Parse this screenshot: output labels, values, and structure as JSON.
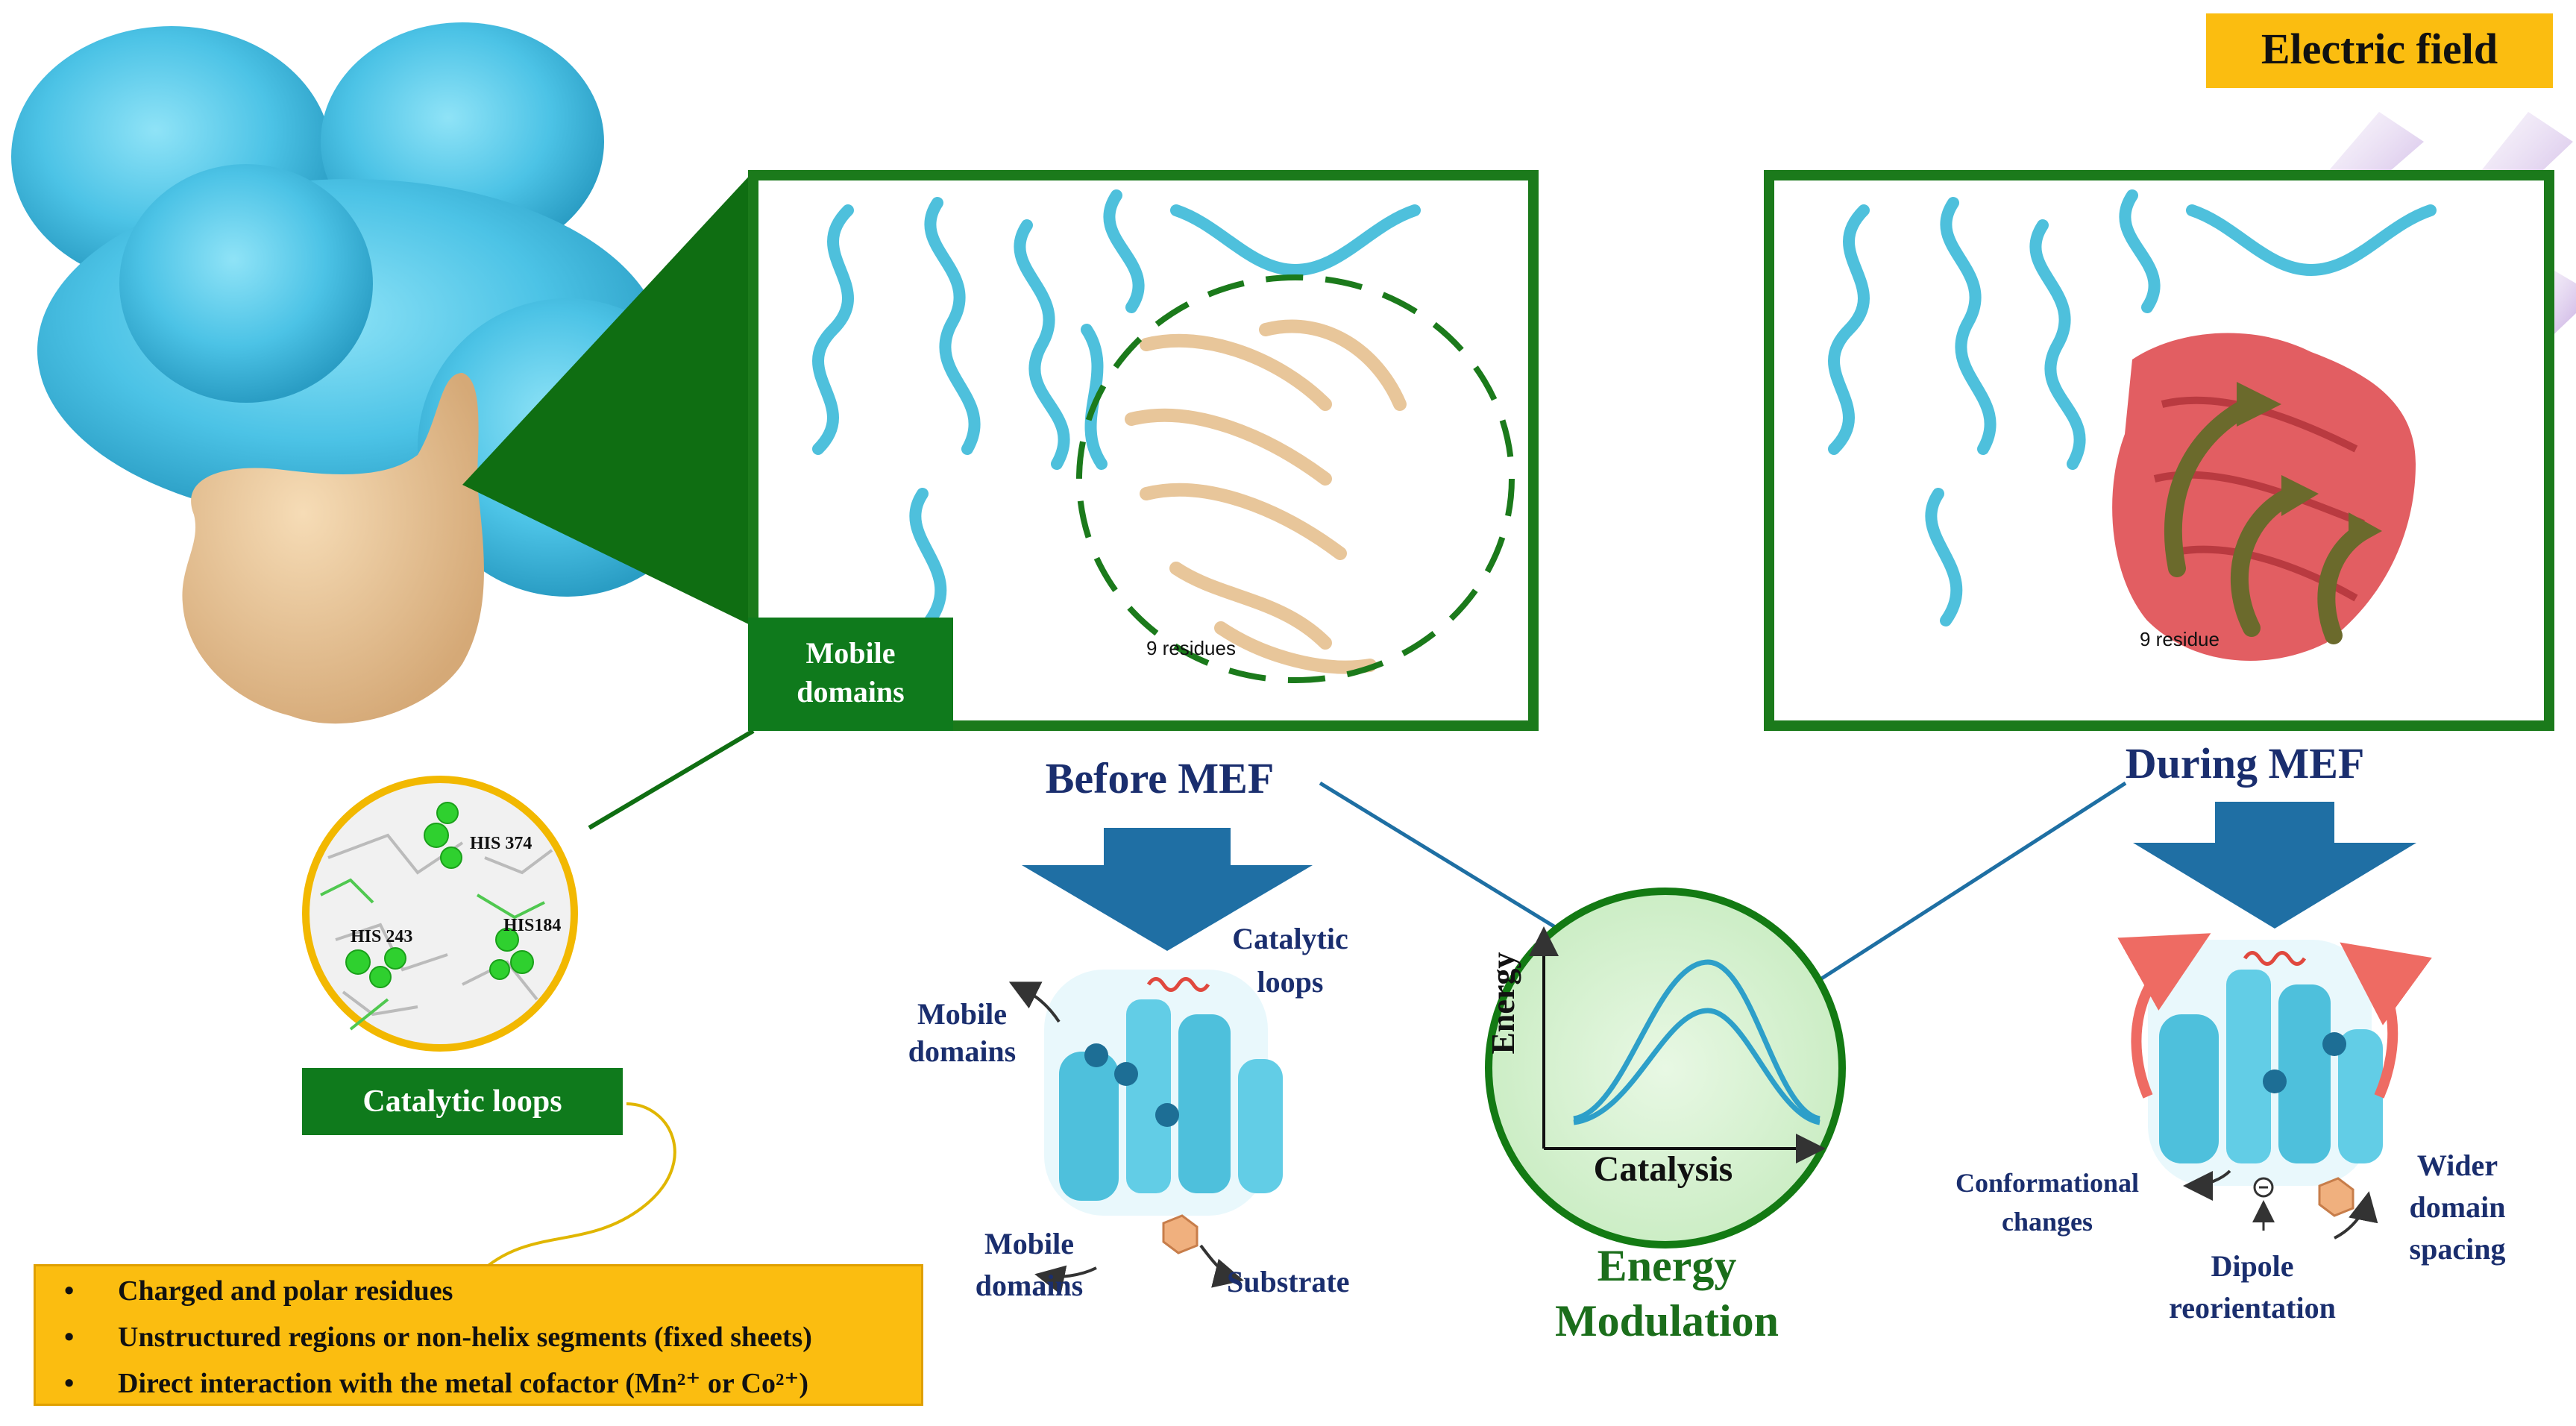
{
  "electric_field_label": "Electric field",
  "mobile_domains_tag": [
    "Mobile",
    "domains"
  ],
  "catalytic_loops_tag": "Catalytic loops",
  "zoom_residue_labels": [
    "HIS 374",
    "HIS 243",
    "HIS184"
  ],
  "struct_residue_label": "9 residues",
  "struct_residue_label_right": "9 residue",
  "before_mef": "Before MEF",
  "during_mef": "During MEF",
  "energy_modulation": [
    "Energy",
    "Modulation"
  ],
  "plot_ylabel": "Energy",
  "plot_xlabel": "Catalysis",
  "left_cartoon_labels": {
    "mobile_top": [
      "Mobile",
      "domains"
    ],
    "catalytic": [
      "Catalytic",
      "loops"
    ],
    "mobile_bottom": [
      "Mobile",
      "domains"
    ],
    "substrate": "Substrate"
  },
  "right_cartoon_labels": {
    "conformational": [
      "Conformational",
      "changes"
    ],
    "dipole": [
      "Dipole",
      "reorientation"
    ],
    "wider": [
      "Wider",
      "domain",
      "spacing"
    ]
  },
  "bullets": [
    "Charged and polar residues",
    "Unstructured regions or non-helix segments (fixed sheets)",
    "Direct interaction with the metal cofactor (Mn²⁺ or Co²⁺)"
  ],
  "colors": {
    "frame_green": "#1b7a1b",
    "protein_cyan": "#4fc6e6",
    "domain_tan": "#e8c69a",
    "domain_red": "#e0555a",
    "navy": "#1a2e6e",
    "arrow_blue": "#1e6fa3",
    "yellow": "#fbbd10",
    "circle_fill": "#d4f0cf"
  }
}
